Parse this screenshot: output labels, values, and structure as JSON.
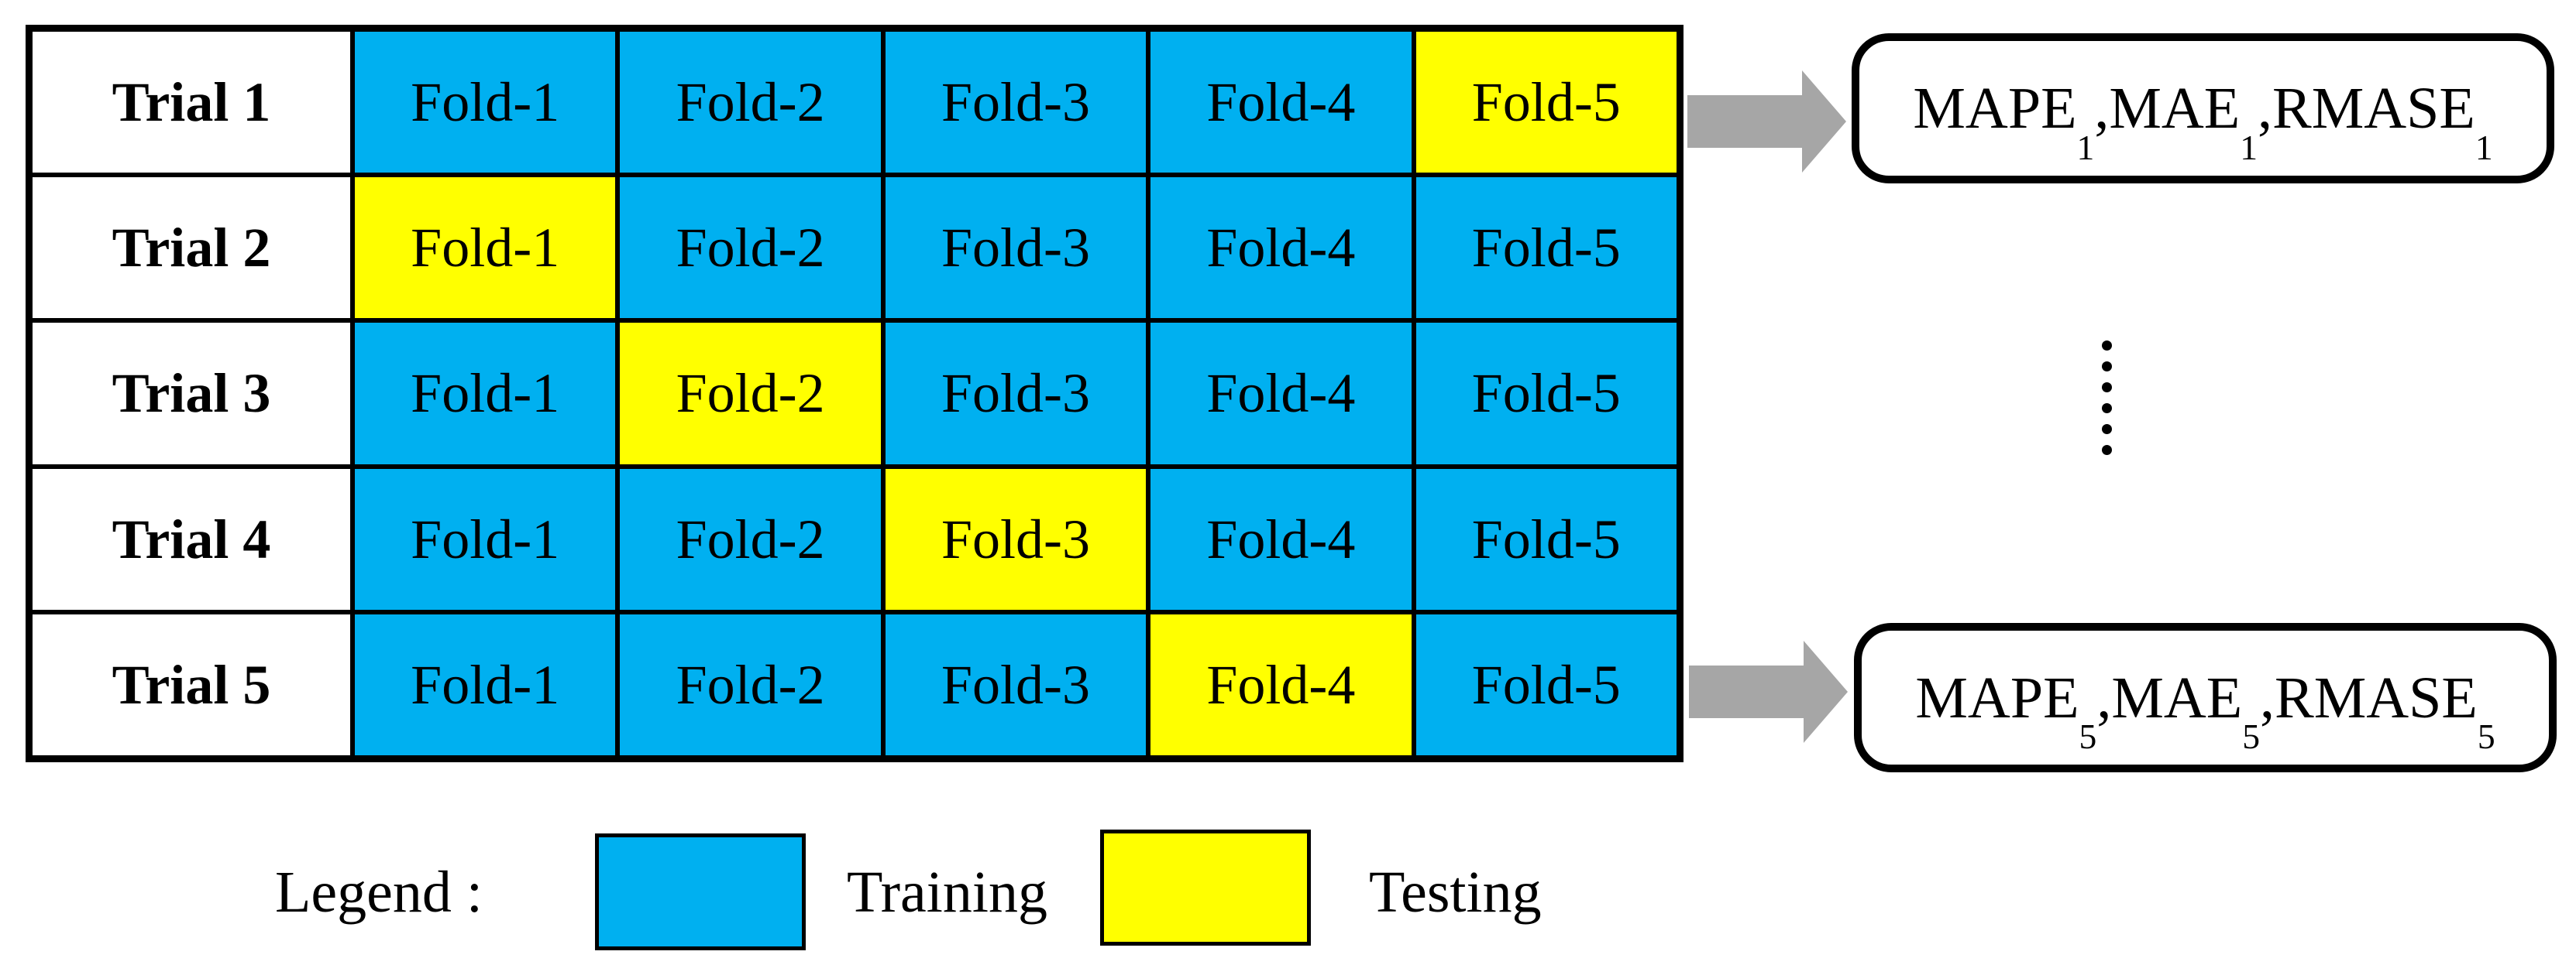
{
  "colors": {
    "training_blue": "#00B0F0",
    "testing_yellow": "#FFFF00",
    "arrow_gray": "#A6A6A6",
    "line_black": "#000000"
  },
  "table": {
    "trials": [
      {
        "label": "Trial 1",
        "folds": [
          {
            "label": "Fold-1",
            "role": "training"
          },
          {
            "label": "Fold-2",
            "role": "training"
          },
          {
            "label": "Fold-3",
            "role": "training"
          },
          {
            "label": "Fold-4",
            "role": "training"
          },
          {
            "label": "Fold-5",
            "role": "testing"
          }
        ]
      },
      {
        "label": "Trial 2",
        "folds": [
          {
            "label": "Fold-1",
            "role": "testing"
          },
          {
            "label": "Fold-2",
            "role": "training"
          },
          {
            "label": "Fold-3",
            "role": "training"
          },
          {
            "label": "Fold-4",
            "role": "training"
          },
          {
            "label": "Fold-5",
            "role": "training"
          }
        ]
      },
      {
        "label": "Trial 3",
        "folds": [
          {
            "label": "Fold-1",
            "role": "training"
          },
          {
            "label": "Fold-2",
            "role": "testing"
          },
          {
            "label": "Fold-3",
            "role": "training"
          },
          {
            "label": "Fold-4",
            "role": "training"
          },
          {
            "label": "Fold-5",
            "role": "training"
          }
        ]
      },
      {
        "label": "Trial 4",
        "folds": [
          {
            "label": "Fold-1",
            "role": "training"
          },
          {
            "label": "Fold-2",
            "role": "training"
          },
          {
            "label": "Fold-3",
            "role": "testing"
          },
          {
            "label": "Fold-4",
            "role": "training"
          },
          {
            "label": "Fold-5",
            "role": "training"
          }
        ]
      },
      {
        "label": "Trial 5",
        "folds": [
          {
            "label": "Fold-1",
            "role": "training"
          },
          {
            "label": "Fold-2",
            "role": "training"
          },
          {
            "label": "Fold-3",
            "role": "training"
          },
          {
            "label": "Fold-4",
            "role": "testing"
          },
          {
            "label": "Fold-5",
            "role": "training"
          }
        ]
      }
    ]
  },
  "results": {
    "ellipsis_dot_count": 6,
    "top_box": {
      "runs": [
        {
          "text": "MAPE"
        },
        {
          "sub": "1"
        },
        {
          "text": ",MAE"
        },
        {
          "sub": "1"
        },
        {
          "text": ",RMASE"
        },
        {
          "sub": "1"
        }
      ]
    },
    "bottom_box": {
      "runs": [
        {
          "text": "MAPE"
        },
        {
          "sub": "5"
        },
        {
          "text": ",MAE"
        },
        {
          "sub": "5"
        },
        {
          "text": ",RMASE"
        },
        {
          "sub": "5"
        }
      ]
    }
  },
  "legend": {
    "label": "Legend :",
    "items": [
      {
        "label": "Training",
        "role": "training"
      },
      {
        "label": "Testing",
        "role": "testing"
      }
    ]
  }
}
